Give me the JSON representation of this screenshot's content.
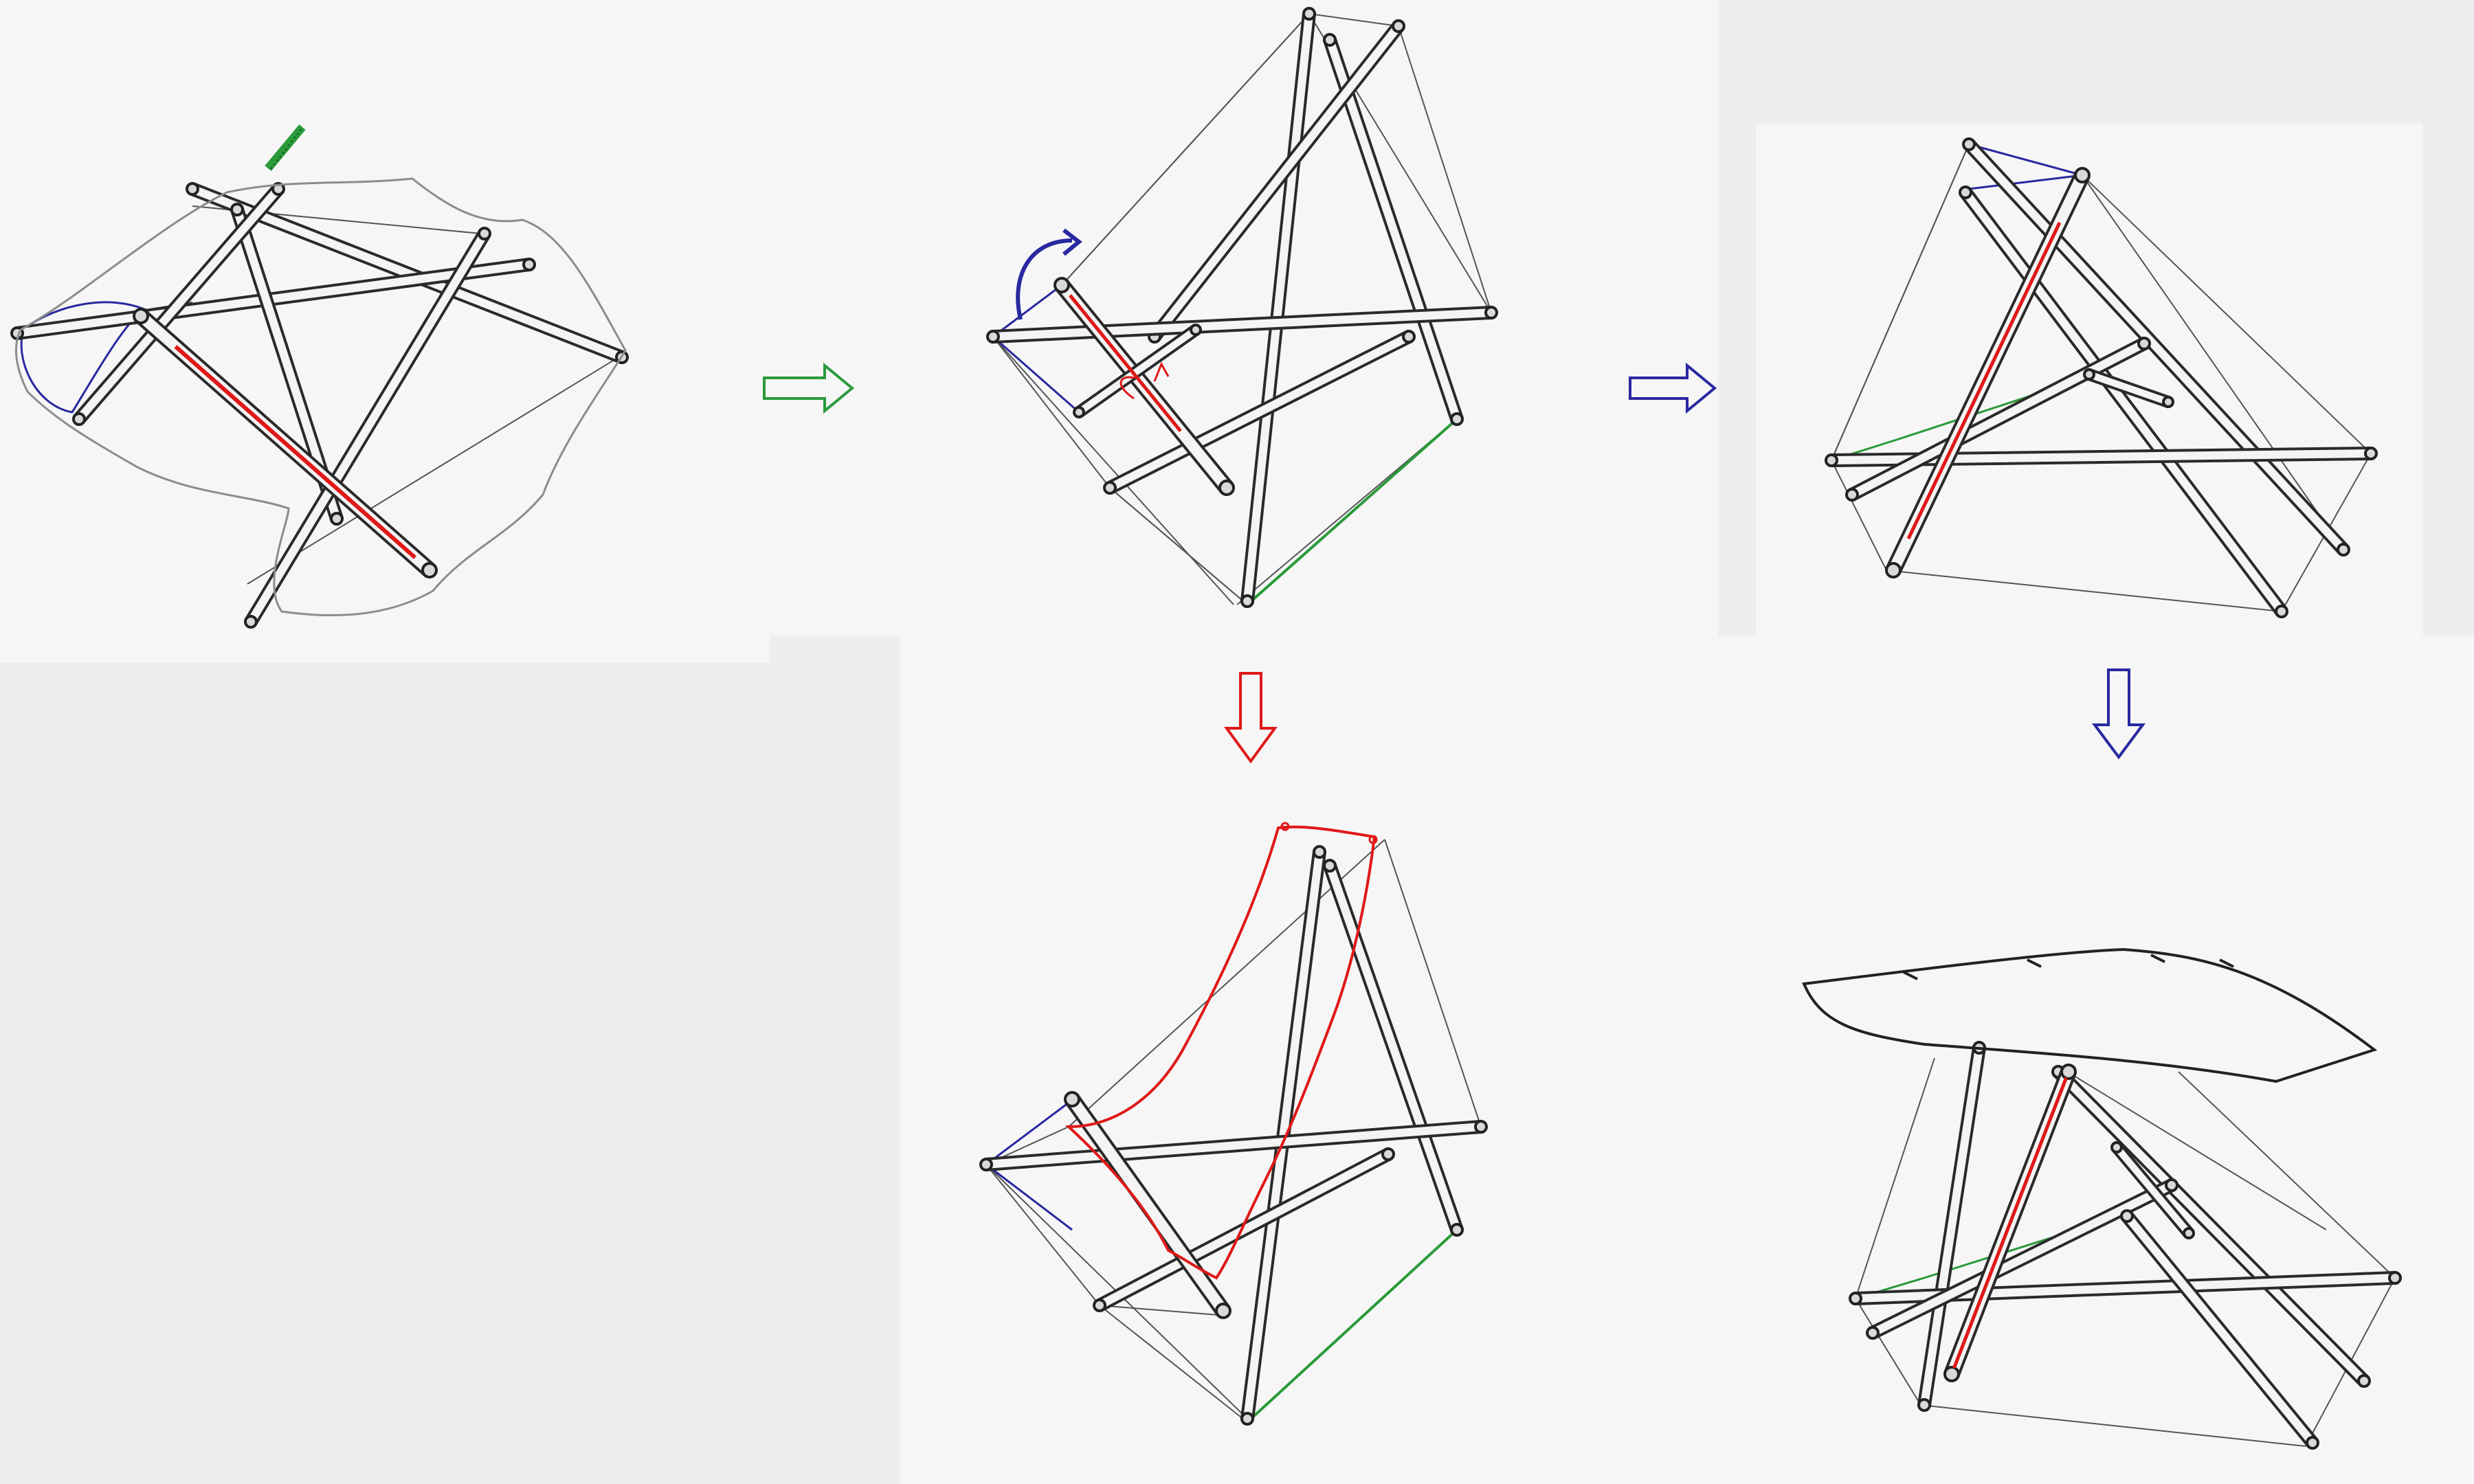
{
  "colors": {
    "pencil": "#2a2a2a",
    "thin_line": "#555555",
    "red": "#e01818",
    "blue": "#2828a0",
    "green": "#2a9a3a",
    "paper": "#f6f6f6",
    "background": "#eeeeee"
  },
  "panels": [
    {
      "id": "flat-folded",
      "order": 1
    },
    {
      "id": "unfolding-tensegrity",
      "order": 2
    },
    {
      "id": "rotated-tensegrity",
      "order": 3
    },
    {
      "id": "chair-with-fabric-seat",
      "order": 4
    },
    {
      "id": "table-with-top",
      "order": 5
    }
  ],
  "arrows": [
    {
      "id": "arrow-1-to-2",
      "color": "green",
      "direction": "right"
    },
    {
      "id": "arrow-2-to-3",
      "color": "blue",
      "direction": "right"
    },
    {
      "id": "arrow-2-to-4",
      "color": "red",
      "direction": "down"
    },
    {
      "id": "arrow-3-to-5",
      "color": "blue",
      "direction": "down"
    }
  ]
}
